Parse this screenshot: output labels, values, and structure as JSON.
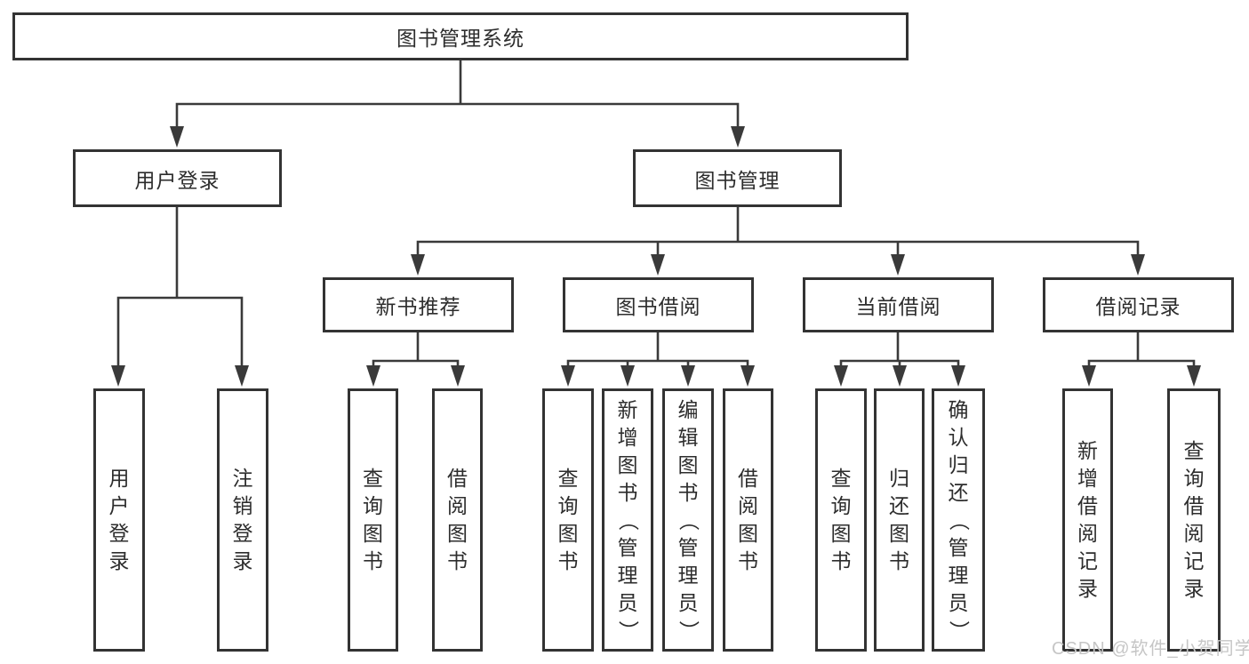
{
  "colors": {
    "background": "#ffffff",
    "line": "#3a3a3a",
    "box_border": "#333333",
    "text": "#2d2d2d",
    "watermark": "#c6c6c6"
  },
  "tree": {
    "root": {
      "label": "图书管理系统"
    },
    "branches": [
      {
        "label": "用户登录",
        "children": [
          "用户登录",
          "注销登录"
        ]
      },
      {
        "label": "图书管理",
        "sections": [
          {
            "label": "新书推荐",
            "children": [
              "查询图书",
              "借阅图书"
            ]
          },
          {
            "label": "图书借阅",
            "children": [
              "查询图书",
              "新增图书（管理员）",
              "编辑图书（管理员）",
              "借阅图书"
            ]
          },
          {
            "label": "当前借阅",
            "children": [
              "查询图书",
              "归还图书",
              "确认归还（管理员）"
            ]
          },
          {
            "label": "借阅记录",
            "children": [
              "新增借阅记录",
              "查询借阅记录"
            ]
          }
        ]
      }
    ]
  },
  "watermark": {
    "text": "CSDN @软件_小贺同学"
  }
}
